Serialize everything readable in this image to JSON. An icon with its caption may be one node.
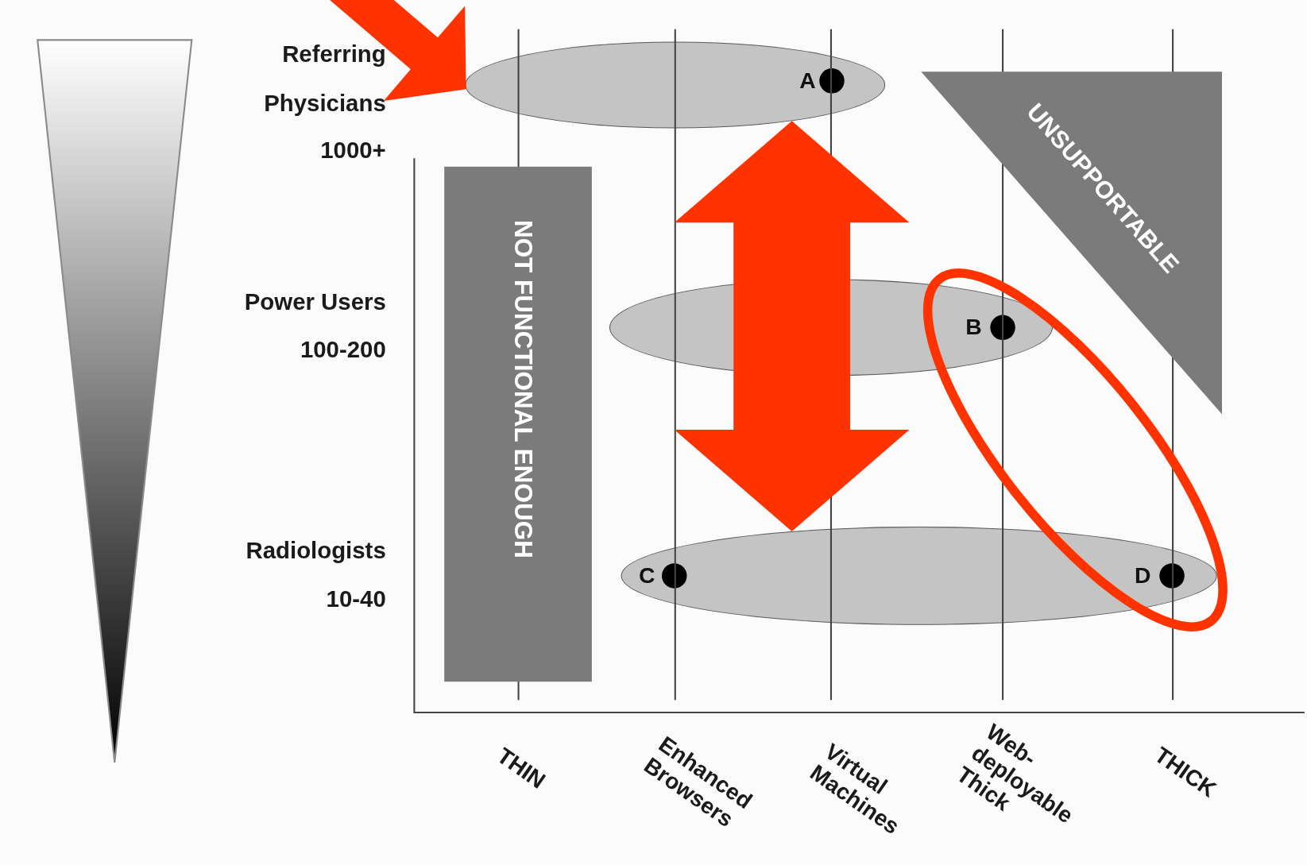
{
  "diagram": {
    "nodes": [
      {
        "text": [
          "A"
        ]
      },
      {
        "text": [
          "B"
        ]
      },
      {
        "text": [
          "C",
          "D"
        ]
      },
      {
        "text": [
          "NOT FUNCTIONAL ENOUGH"
        ]
      },
      {
        "text": [
          "UNSUPPORTABLE"
        ]
      },
      {
        "text": [],
        "shape": "triangle"
      }
    ],
    "edges": [
      {
        "from": null,
        "to": 0,
        "arrow": "to"
      },
      {
        "from": 0,
        "to": 2,
        "arrow": "both"
      }
    ],
    "labels": [
      "Referring Physicians",
      "1000+",
      "Power Users",
      "100-200",
      "Radiologists",
      "10-40",
      "THIN",
      "Enhanced Browsers",
      "Virtual Machines",
      "Web-deployable Thick",
      "THICK"
    ]
  }
}
